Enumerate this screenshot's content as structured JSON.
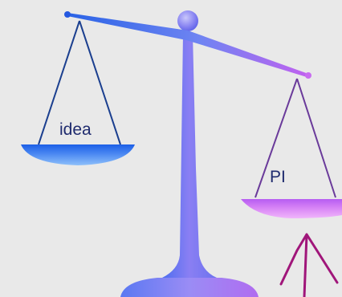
{
  "scale": {
    "left_pan": {
      "label": "idea",
      "color": "#2f6fe6"
    },
    "right_pan": {
      "label": "PI",
      "color": "#c561f0"
    },
    "beam_color": "#5b8cf0",
    "stand_color": "#7f7cf2"
  },
  "annotation": {
    "arrow_color": "#a0167a",
    "direction": "up"
  }
}
